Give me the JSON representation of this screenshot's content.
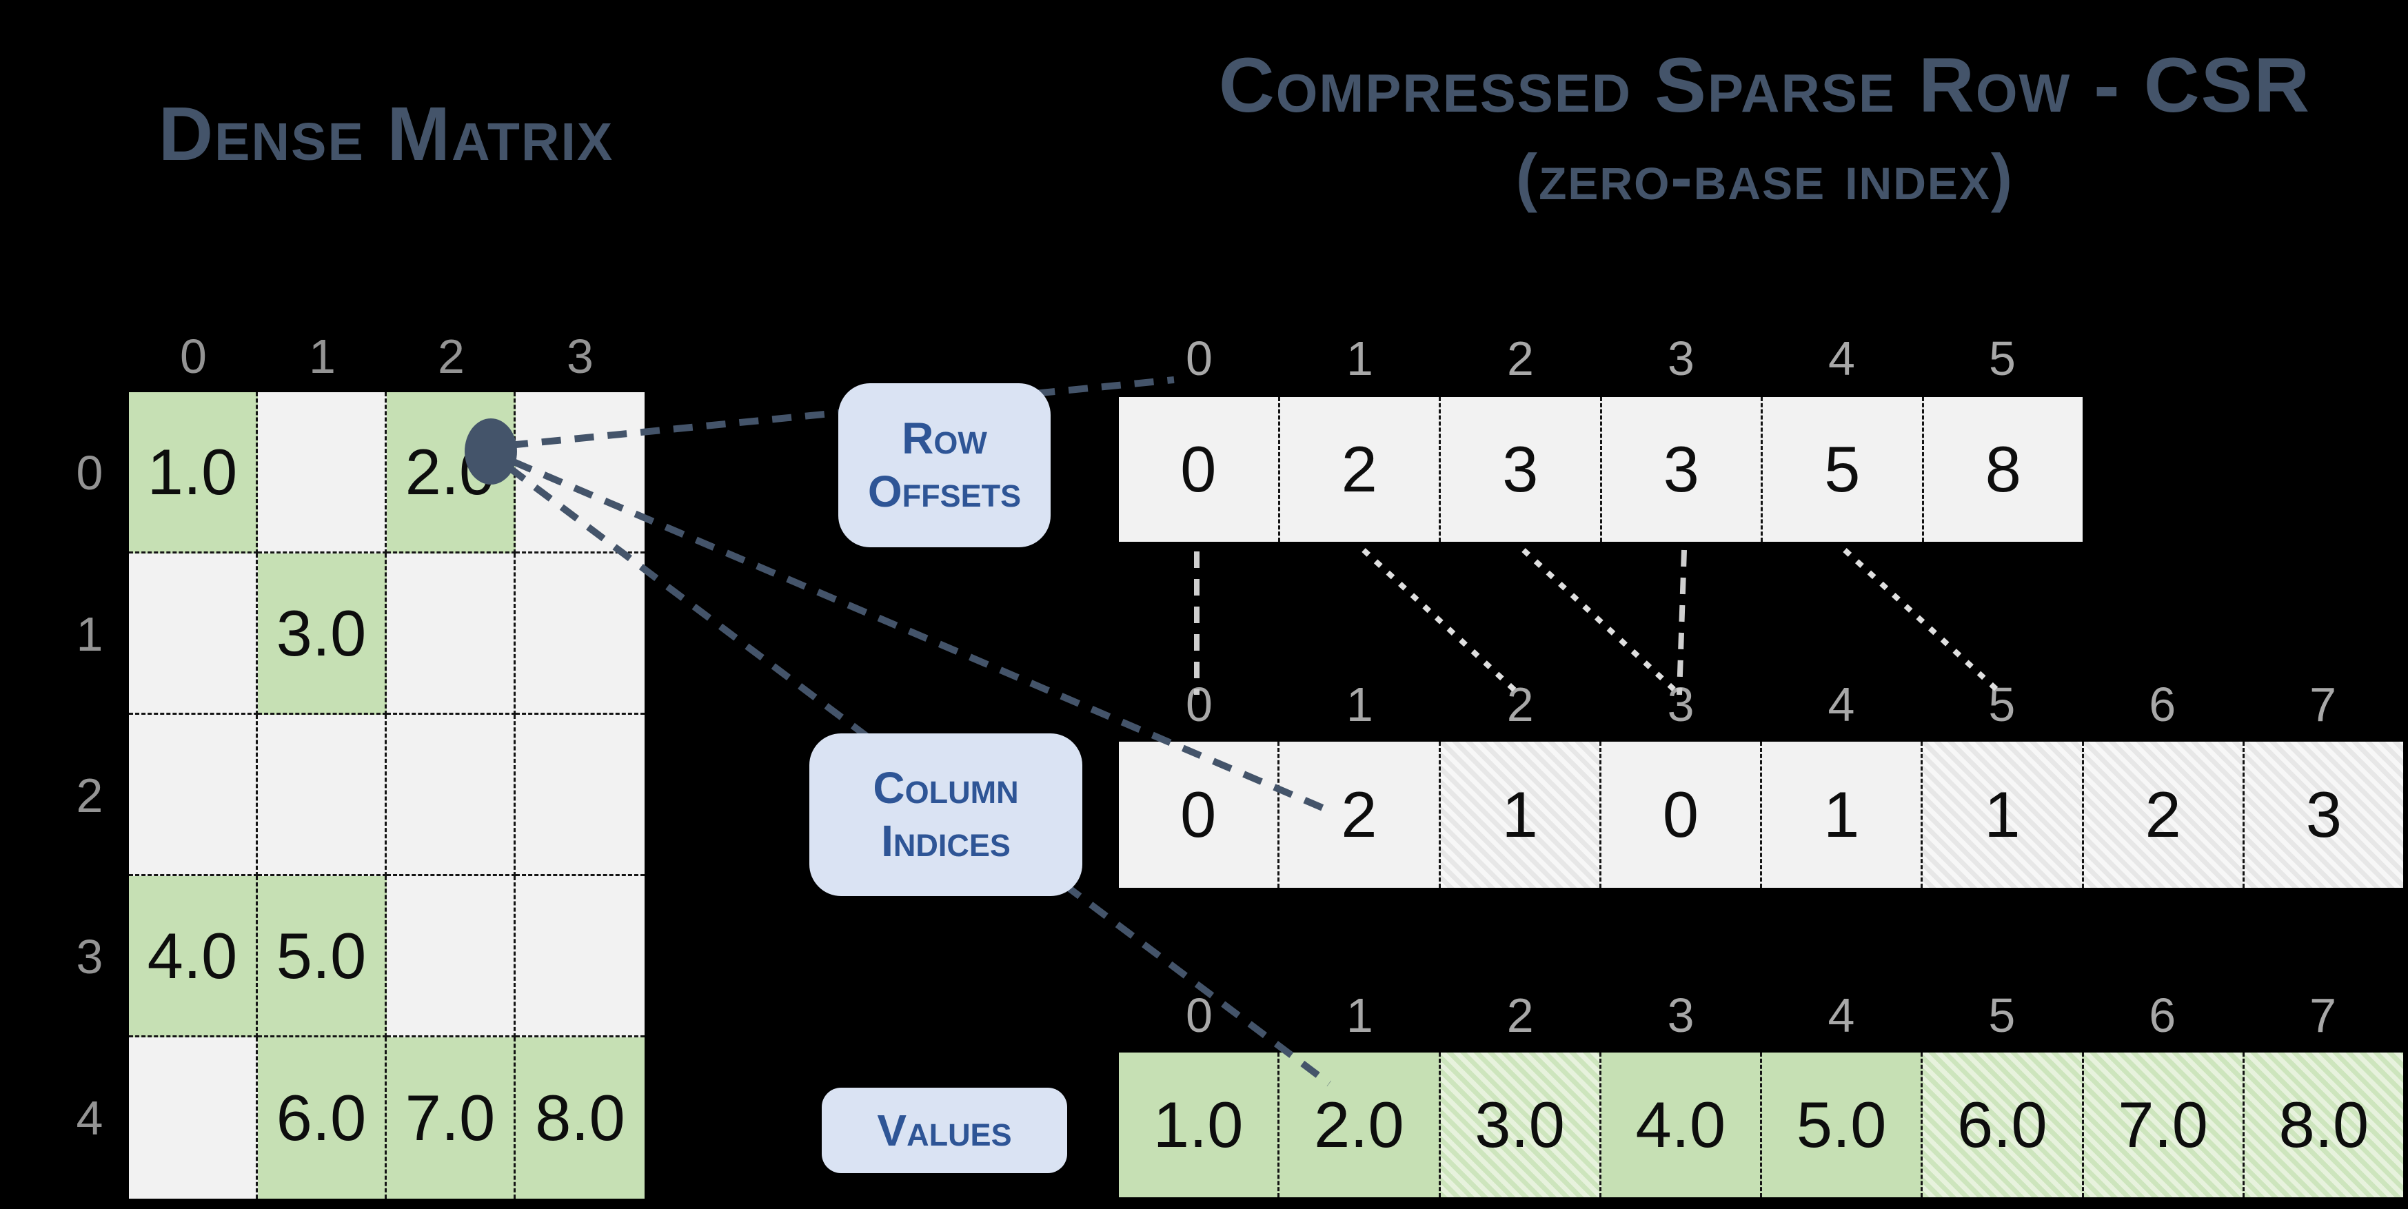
{
  "title_left": "Dense Matrix",
  "title_right": {
    "line1": "Compressed Sparse Row - CSR",
    "line2": "(zero-base index)"
  },
  "dense_matrix": {
    "column_headers": [
      "0",
      "1",
      "2",
      "3"
    ],
    "row_headers": [
      "0",
      "1",
      "2",
      "3",
      "4"
    ],
    "rows": [
      [
        "1.0",
        "",
        "2.0",
        ""
      ],
      [
        "",
        "3.0",
        "",
        ""
      ],
      [
        "",
        "",
        "",
        ""
      ],
      [
        "4.0",
        "5.0",
        "",
        ""
      ],
      [
        "",
        "6.0",
        "7.0",
        "8.0"
      ]
    ]
  },
  "csr": {
    "row_offsets": {
      "label_lines": [
        "Row",
        "Offsets"
      ],
      "index_headers": [
        "0",
        "1",
        "2",
        "3",
        "4",
        "5"
      ],
      "cells": [
        "0",
        "2",
        "3",
        "3",
        "5",
        "8"
      ],
      "hatched": [],
      "fill": "gray"
    },
    "column_indices": {
      "label_lines": [
        "Column",
        "Indices"
      ],
      "index_headers": [
        "0",
        "1",
        "2",
        "3",
        "4",
        "5",
        "6",
        "7"
      ],
      "cells": [
        "0",
        "2",
        "1",
        "0",
        "1",
        "1",
        "2",
        "3"
      ],
      "hatched": [
        2,
        5,
        6,
        7
      ],
      "fill": "gray"
    },
    "values": {
      "label_lines": [
        "Values"
      ],
      "index_headers": [
        "0",
        "1",
        "2",
        "3",
        "4",
        "5",
        "6",
        "7"
      ],
      "cells": [
        "1.0",
        "2.0",
        "3.0",
        "4.0",
        "5.0",
        "6.0",
        "7.0",
        "8.0"
      ],
      "hatched": [
        2,
        5,
        6,
        7
      ],
      "fill": "green"
    }
  },
  "colors": {
    "background": "#000000",
    "title_text": "#44546a",
    "nonzero_green": "#c6e0b4",
    "empty_gray": "#f2f2f2",
    "array_header_gray": "#a8a8a8",
    "dense_header_gray": "#949494",
    "label_fill": "#dae3f3",
    "label_text": "#2e5596",
    "connector_dark": "#44546a",
    "connector_light": "#d9d9d9",
    "cell_border": "#141414",
    "value_text": "#0d0d0d"
  }
}
